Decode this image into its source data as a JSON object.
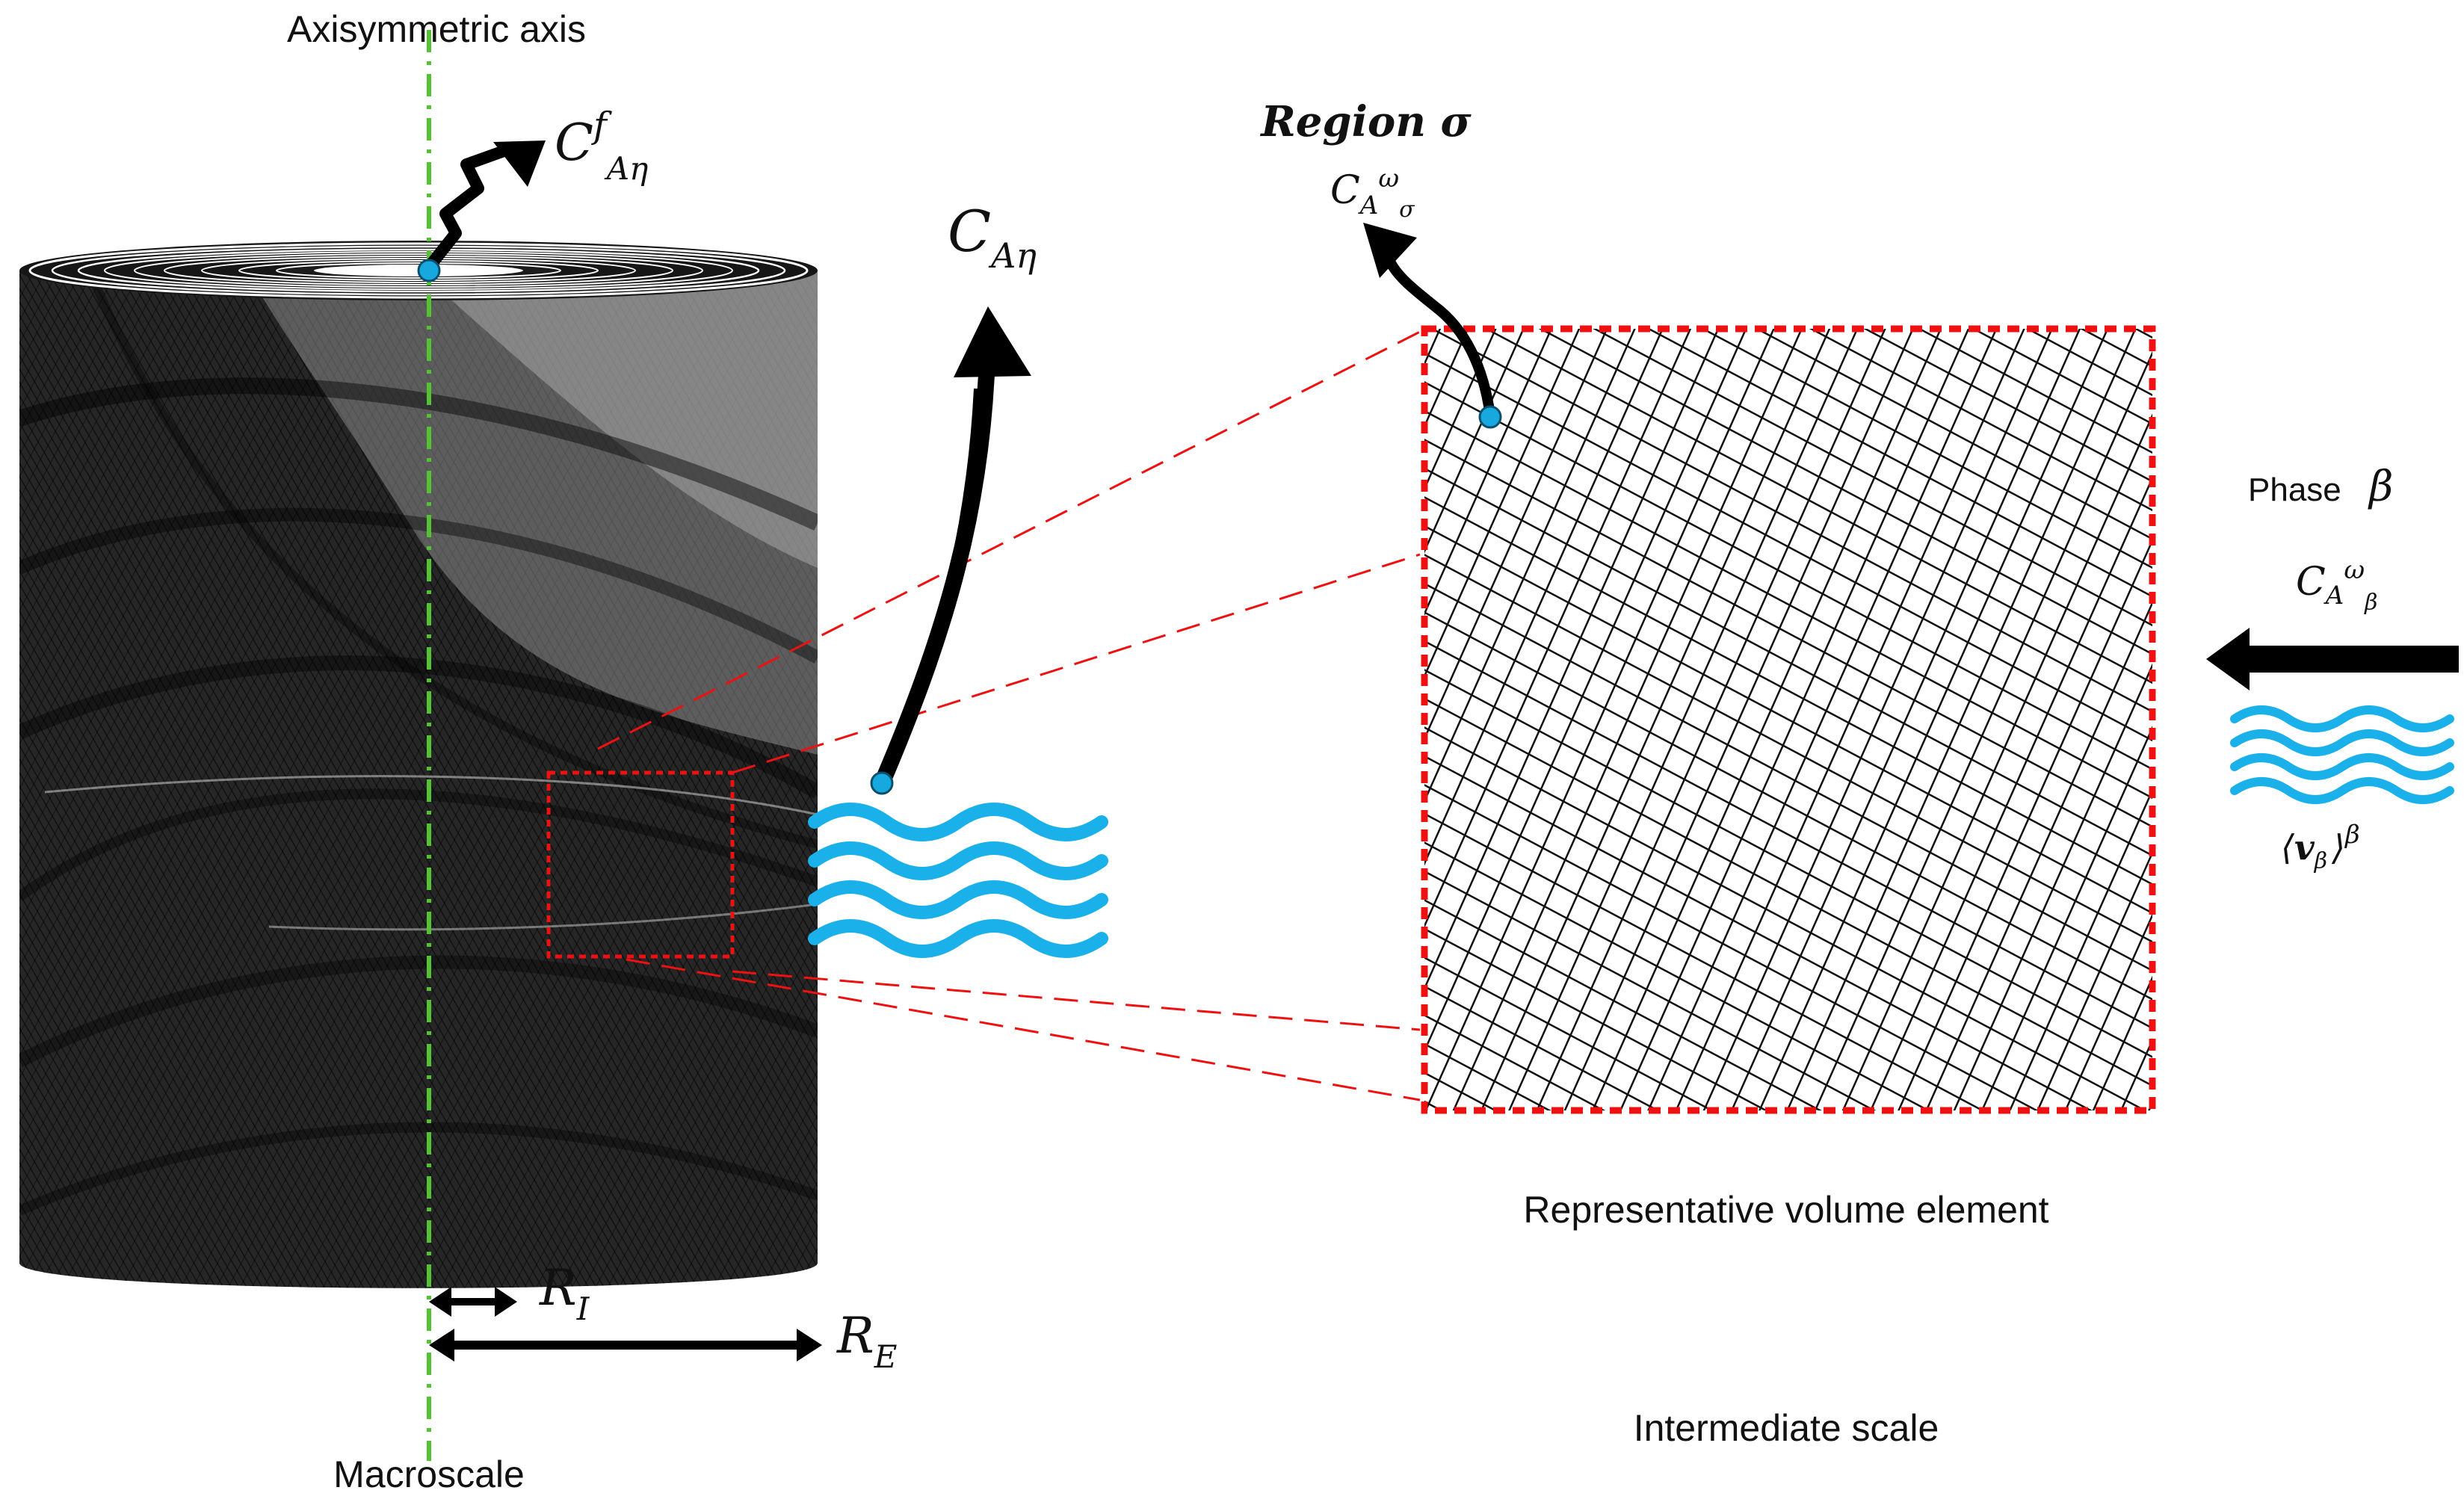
{
  "figure": {
    "axis_label": "Axisymmetric axis",
    "macroscale_label": "Macroscale",
    "intermediate_scale_label": "Intermediate scale",
    "rve_label": "Representative volume element",
    "region_title": "Region σ",
    "phase_label": "Phase",
    "phase_symbol": "β",
    "radius_inner": {
      "base": "R",
      "sub": "I"
    },
    "radius_outer": {
      "base": "R",
      "sub": "E"
    },
    "conc_fiber": {
      "base": "C",
      "sup": "f",
      "sub": "Aη"
    },
    "conc_macro": {
      "base": "C",
      "sub": "Aη"
    },
    "conc_region": {
      "base": "C",
      "sub": "A",
      "sup": "ω",
      "sub2": "σ"
    },
    "conc_phase": {
      "base": "C",
      "sub": "A",
      "sup": "ω",
      "sub2": "β"
    },
    "velocity": {
      "open": "⟨",
      "base": "v",
      "sub": "β",
      "close": "⟩",
      "sup": "β"
    }
  },
  "colors": {
    "axis_line": "#55c234",
    "flow": "#1ab0ea",
    "marker": "#18a8e0",
    "dashed": "#ee1111",
    "cylinder": "#1c1c1c"
  }
}
